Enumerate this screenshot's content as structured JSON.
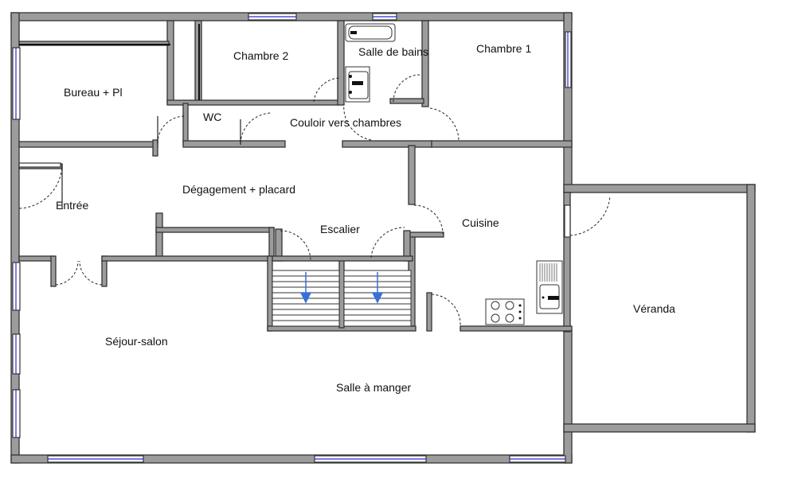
{
  "rooms": {
    "bureau": "Bureau + Pl",
    "chambre2": "Chambre 2",
    "salle_de_bains": "Salle de bains",
    "chambre1": "Chambre 1",
    "wc": "WC",
    "couloir": "Couloir vers chambres",
    "degagement": "Dégagement + placard",
    "entree": "Entrée",
    "escalier": "Escalier",
    "cuisine": "Cuisine",
    "veranda": "Véranda",
    "sejour": "Séjour-salon",
    "salle_a_manger": "Salle à manger"
  },
  "colors": {
    "wall": "#9c9c9c",
    "window": "#2a2ad6",
    "stair_arrow": "#3b6fd8"
  }
}
